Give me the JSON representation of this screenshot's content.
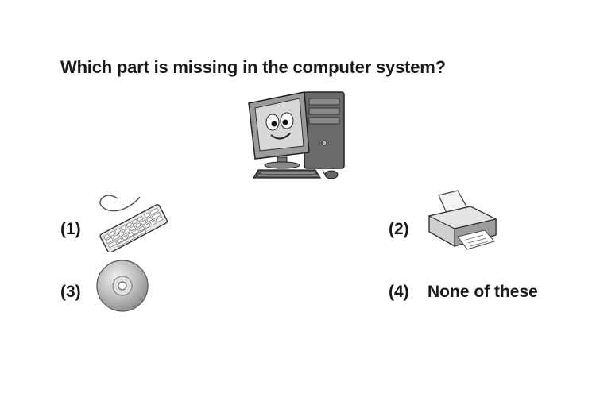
{
  "question": "Which part is missing in the computer system?",
  "options": [
    {
      "number": "(1)",
      "icon": "keyboard-icon"
    },
    {
      "number": "(2)",
      "icon": "printer-icon"
    },
    {
      "number": "(3)",
      "icon": "cd-disc-icon"
    },
    {
      "number": "(4)",
      "text": "None of these"
    }
  ],
  "illustration": {
    "icon": "computer-system-icon"
  }
}
